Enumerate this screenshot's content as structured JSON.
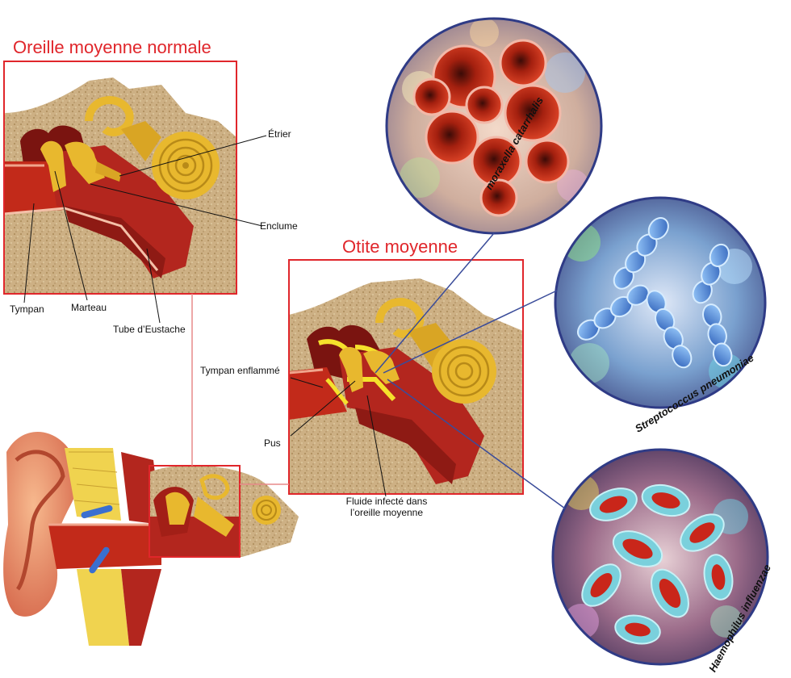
{
  "titles": {
    "normal": "Oreille moyenne normale",
    "otitis": "Otite moyenne"
  },
  "labels": {
    "etrier": "Étrier",
    "enclume": "Enclume",
    "tympan": "Tympan",
    "marteau": "Marteau",
    "tube": "Tube d’Eustache",
    "tympan_enflamme": "Tympan enflammé",
    "pus": "Pus",
    "fluide_line1": "Fluide infecté dans",
    "fluide_line2": "l’oreille moyenne"
  },
  "bacteria": [
    {
      "name": "moraxella catarrhalis",
      "color": "#c42a1a"
    },
    {
      "name": "Streptococcus pneumoniae",
      "color": "#3d7fd8"
    },
    {
      "name": "Haemophilus influenzae",
      "color": "#6fc6d6"
    }
  ],
  "colors": {
    "accent": "#e0262b",
    "connector": "#3a4c9a",
    "bone": "#c9a978",
    "tissue": "#b3261e",
    "ossicle": "#e8b82e"
  }
}
